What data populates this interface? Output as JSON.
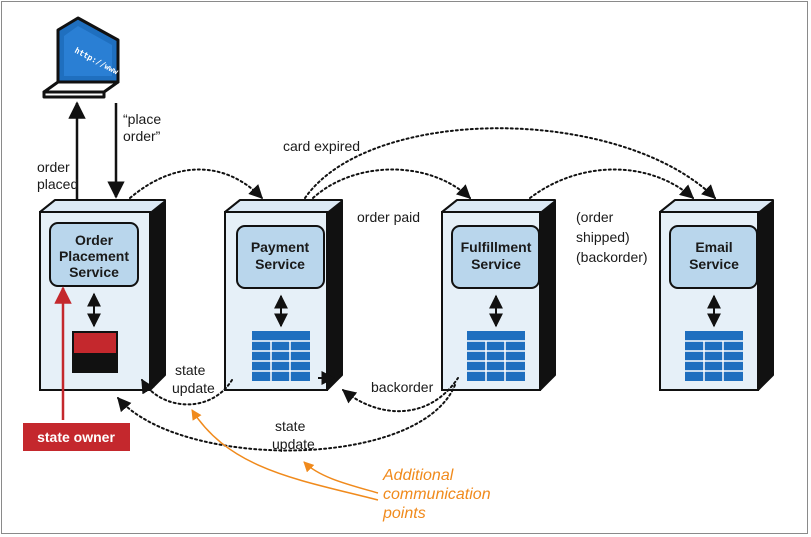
{
  "laptop": {
    "screen_text": "http://www"
  },
  "labels": {
    "place_order": [
      "“place",
      "order”"
    ],
    "order_placed": [
      "order",
      "placed"
    ],
    "card_expired": "card expired",
    "order_paid": "order paid",
    "order_shipped": [
      "(order",
      "shipped)",
      "(backorder)"
    ],
    "state_update_1": [
      "state",
      "update"
    ],
    "backorder": "backorder",
    "state_update_2": [
      "state",
      "update"
    ]
  },
  "services": [
    {
      "id": "order-placement",
      "name": [
        "Order",
        "Placement",
        "Service"
      ],
      "store": "owner-db"
    },
    {
      "id": "payment",
      "name": [
        "Payment",
        "Service"
      ],
      "store": "table"
    },
    {
      "id": "fulfillment",
      "name": [
        "Fulfillment",
        "Service"
      ],
      "store": "table"
    },
    {
      "id": "email",
      "name": [
        "Email",
        "Service"
      ],
      "store": "table"
    }
  ],
  "state_owner": "state owner",
  "annotation": [
    "Additional",
    "communication",
    "points"
  ],
  "colors": {
    "box_fill": "#e6f0f8",
    "service_fill": "#b9d6ec",
    "table_blue": "#1f6fbf",
    "state_owner_red": "#c4282d",
    "note_orange": "#f08a1c"
  }
}
